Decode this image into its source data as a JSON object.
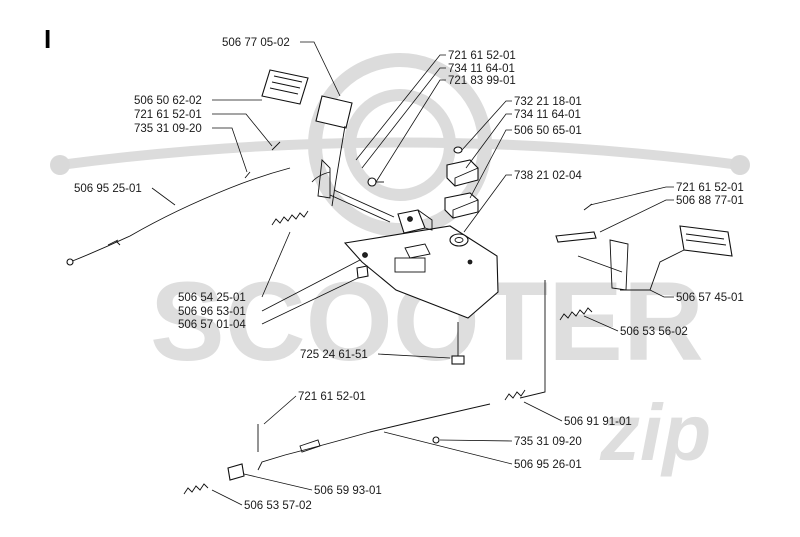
{
  "section_letter": "I",
  "watermark": {
    "brand_main": "SCOOTER",
    "brand_sub": "zip"
  },
  "labels": {
    "l01": "506 77 05-02",
    "l02": "721 61 52-01",
    "l03": "734 11 64-01",
    "l04": "721 83 99-01",
    "l05": "506 50 62-02",
    "l06": "721 61 52-01",
    "l07": "735 31 09-20",
    "l08": "732 21 18-01",
    "l09": "734 11 64-01",
    "l10": "506 50 65-01",
    "l11": "506 95 25-01",
    "l12": "738 21 02-04",
    "l13": "721 61 52-01",
    "l14": "506 88 77-01",
    "l15": "506 54 25-01",
    "l16": "506 96 53-01",
    "l17": "506 57 01-04",
    "l18": "506 57 45-01",
    "l19": "506 53 56-02",
    "l20": "725 24 61-51",
    "l21": "721 61 52-01",
    "l22": "506 91 91-01",
    "l23": "735 31 09-20",
    "l24": "506 95 26-01",
    "l25": "506 59 93-01",
    "l26": "506 53 57-02"
  }
}
